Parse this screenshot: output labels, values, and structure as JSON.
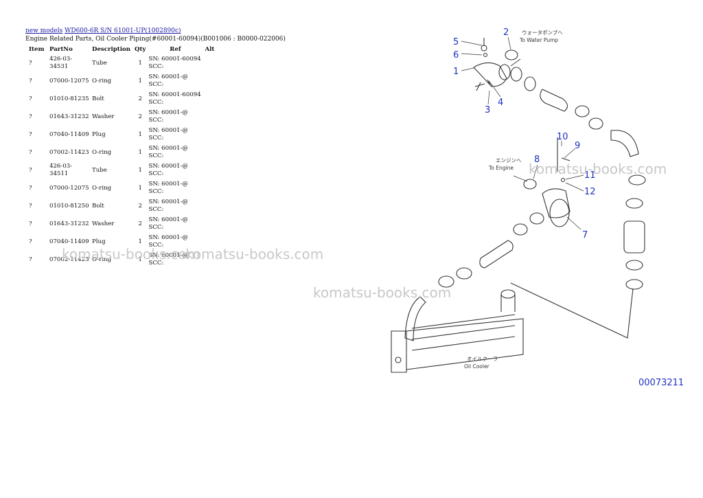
{
  "breadcrumb": {
    "link1": "new models",
    "link2": "WD600-6R S/N 61001-UP(1002890c)"
  },
  "subtitle": "Engine Related Parts, Oil Cooler Piping(#60001-60094)(B001006 : B0000-022006)",
  "table": {
    "headers": {
      "item": "Item",
      "part": "PartNo",
      "desc": "Description",
      "qty": "Qty",
      "ref": "Ref",
      "alt": "Alt"
    },
    "rows": [
      {
        "item": "?",
        "part": "426-03-34531",
        "desc": "Tube",
        "qty": "1",
        "ref1": "SN: 60001-60094",
        "ref2": "SCC:"
      },
      {
        "item": "?",
        "part": "07000-12075",
        "desc": "O-ring",
        "qty": "1",
        "ref1": "SN: 60001-@",
        "ref2": "SCC:"
      },
      {
        "item": "?",
        "part": "01010-81235",
        "desc": "Bolt",
        "qty": "2",
        "ref1": "SN: 60001-60094",
        "ref2": "SCC:"
      },
      {
        "item": "?",
        "part": "01643-31232",
        "desc": "Washer",
        "qty": "2",
        "ref1": "SN: 60001-@",
        "ref2": "SCC:"
      },
      {
        "item": "?",
        "part": "07040-11409",
        "desc": "Plug",
        "qty": "1",
        "ref1": "SN: 60001-@",
        "ref2": "SCC:"
      },
      {
        "item": "?",
        "part": "07002-11423",
        "desc": "O-ring",
        "qty": "1",
        "ref1": "SN: 60001-@",
        "ref2": "SCC:"
      },
      {
        "item": "?",
        "part": "426-03-34511",
        "desc": "Tube",
        "qty": "1",
        "ref1": "SN: 60001-@",
        "ref2": "SCC:"
      },
      {
        "item": "?",
        "part": "07000-12075",
        "desc": "O-ring",
        "qty": "1",
        "ref1": "SN: 60001-@",
        "ref2": "SCC:"
      },
      {
        "item": "?",
        "part": "01010-81250",
        "desc": "Bolt",
        "qty": "2",
        "ref1": "SN: 60001-@",
        "ref2": "SCC:"
      },
      {
        "item": "?",
        "part": "01643-31232",
        "desc": "Washer",
        "qty": "2",
        "ref1": "SN: 60001-@",
        "ref2": "SCC:"
      },
      {
        "item": "?",
        "part": "07040-11409",
        "desc": "Plug",
        "qty": "1",
        "ref1": "SN: 60001-@",
        "ref2": "SCC:"
      },
      {
        "item": "?",
        "part": "07002-11423",
        "desc": "O-ring",
        "qty": "1",
        "ref1": "SN: 60001-@",
        "ref2": "SCC:"
      }
    ]
  },
  "watermark": "komatsu-books.com",
  "diagram": {
    "callouts": [
      "1",
      "2",
      "3",
      "4",
      "5",
      "6",
      "7",
      "8",
      "9",
      "10",
      "11",
      "12"
    ],
    "label_water_jp": "ウォータポンプへ",
    "label_water_en": "To Water Pump",
    "label_engine_jp": "エンジンへ",
    "label_engine_en": "To Engine",
    "label_cooler_jp": "オイルクーラ",
    "label_cooler_en": "Oil Cooler",
    "figure_number": "00073211"
  },
  "colors": {
    "link": "#1a1aa6",
    "callout": "#1c2fc0",
    "watermark": "#c8c8c8"
  }
}
